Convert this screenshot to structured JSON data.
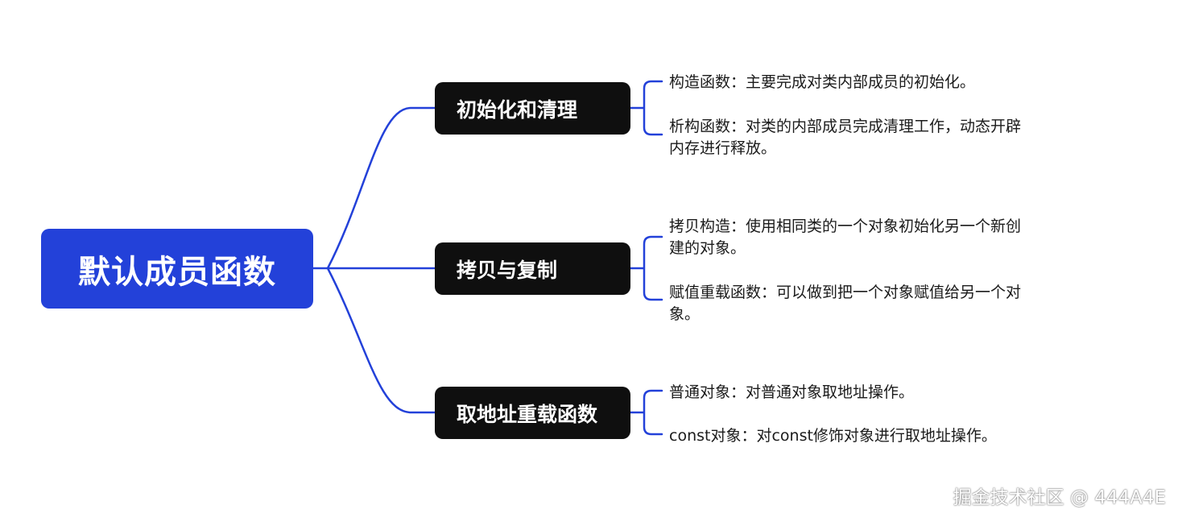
{
  "colors": {
    "root_fill": "#2341D9",
    "branch_fill": "#0F0F0F",
    "connector": "#2341D9"
  },
  "root": {
    "label": "默认成员函数"
  },
  "branches": [
    {
      "label": "初始化和清理",
      "leaves": [
        "构造函数：主要完成对类内部成员的初始化。",
        "析构函数：对类的内部成员完成清理工作，动态开辟内存进行释放。"
      ]
    },
    {
      "label": "拷贝与复制",
      "leaves": [
        "拷贝构造：使用相同类的一个对象初始化另一个新创建的对象。",
        "赋值重载函数：可以做到把一个对象赋值给另一个对象。"
      ]
    },
    {
      "label": "取地址重载函数",
      "leaves": [
        "普通对象：对普通对象取地址操作。",
        "const对象：对const修饰对象进行取地址操作。"
      ]
    }
  ],
  "watermark": "掘金技术社区 @ 444A4E"
}
